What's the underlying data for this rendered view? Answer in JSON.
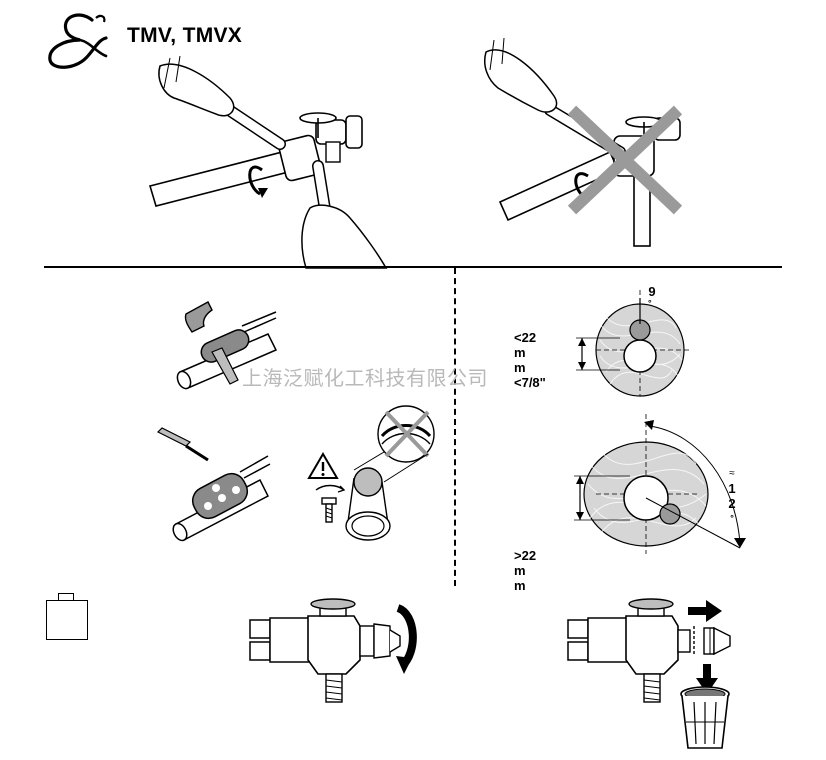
{
  "header": {
    "symbol": "&",
    "title": "TMV, TMVX"
  },
  "watermark": "上海泛赋化工科技有限公司",
  "sensor_small": {
    "angle_label": "9",
    "angle_unit": "°",
    "size_lines": [
      "<22",
      "m",
      "m",
      "<7/8\""
    ]
  },
  "sensor_large": {
    "angle_lines": [
      "≈",
      "1",
      "2",
      "°"
    ],
    "size_lines": [
      ">22",
      "m",
      "m"
    ]
  },
  "icons": {
    "warning": "warning-triangle-icon",
    "toolbox": "toolbox-icon",
    "forbidden": "cross-out-icon",
    "rotate": "rotate-arrow-icon",
    "push": "right-arrow-icon",
    "discard": "down-arrow-icon",
    "bin": "trash-bin-icon"
  },
  "colors": {
    "line": "#000000",
    "cross": "#9a9a9a",
    "insulation": "#c8c8c8",
    "watermark": "#b9b9b9"
  }
}
